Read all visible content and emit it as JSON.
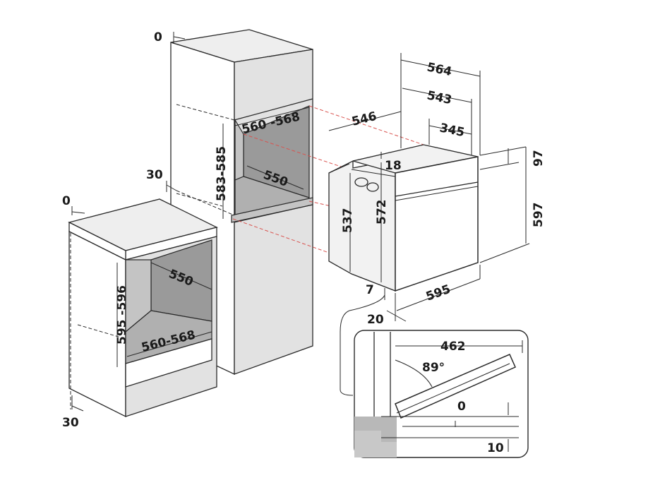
{
  "labels": {
    "tall_top_gap": "0",
    "tall_plinth_gap": "30",
    "tall_niche_width": "560 -568",
    "tall_niche_height": "583-585",
    "tall_niche_depth": "550",
    "base_top_gap": "0",
    "base_niche_depth": "550",
    "base_niche_height": "595 -596",
    "base_niche_width": "560-568",
    "base_bottom_gap": "30",
    "oven_total_depth": "564",
    "oven_body_depth": "543",
    "oven_depth_546": "546",
    "oven_depth_345": "345",
    "oven_top_offset": "18",
    "oven_panel_height": "97",
    "oven_total_height": "597",
    "oven_body_height_537": "537",
    "oven_body_height_572": "572",
    "oven_bottom_offset": "7",
    "oven_front_width": "595",
    "oven_door_thickness": "20",
    "door_open_depth": "462",
    "door_open_angle": "89°",
    "door_clearance_top": "0",
    "door_clearance_bottom": "10"
  }
}
